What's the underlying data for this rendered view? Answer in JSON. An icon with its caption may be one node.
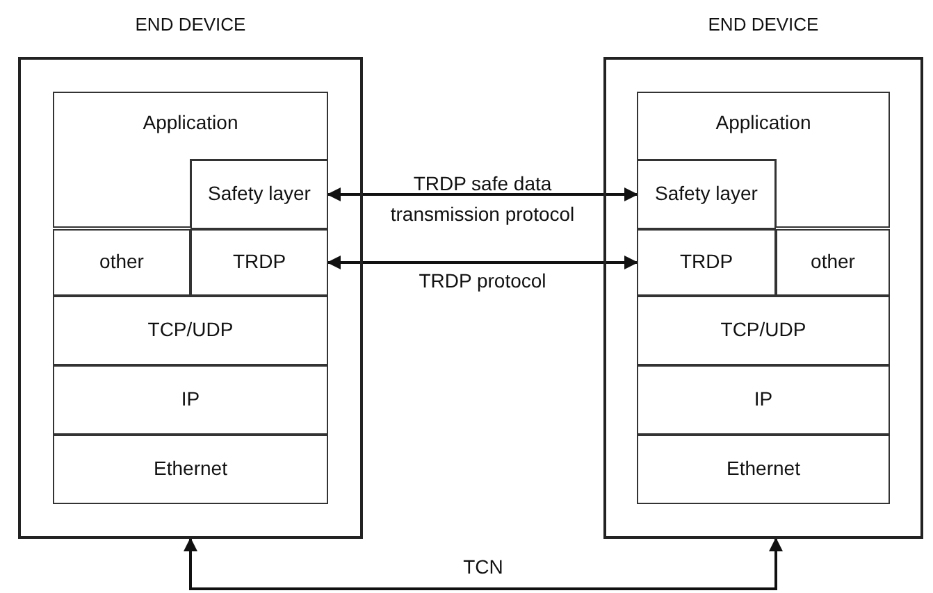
{
  "diagram": {
    "nodes": [
      {
        "text": [
          "END DEVICE"
        ]
      },
      {
        "text": [
          "Application"
        ],
        "in": 0
      },
      {
        "text": [
          "Safety layer"
        ],
        "in": 0
      },
      {
        "text": [
          "other"
        ],
        "in": 0
      },
      {
        "text": [
          "TRDP"
        ],
        "in": 0
      },
      {
        "text": [
          "TCP/UDP"
        ],
        "in": 0
      },
      {
        "text": [
          "IP"
        ],
        "in": 0
      },
      {
        "text": [
          "Ethernet"
        ],
        "in": 0
      },
      {
        "text": [
          "END DEVICE"
        ]
      },
      {
        "text": [
          "Application"
        ],
        "in": 8
      },
      {
        "text": [
          "Safety layer"
        ],
        "in": 8
      },
      {
        "text": [
          "TRDP"
        ],
        "in": 8
      },
      {
        "text": [
          "other"
        ],
        "in": 8
      },
      {
        "text": [
          "TCP/UDP"
        ],
        "in": 8
      },
      {
        "text": [
          "IP"
        ],
        "in": 8
      },
      {
        "text": [
          "Ethernet"
        ],
        "in": 8
      }
    ],
    "edges": [
      {
        "from": 2,
        "to": 10,
        "arrow": "both",
        "label": "TRDP safe data transmission protocol"
      },
      {
        "from": 4,
        "to": 11,
        "arrow": "both",
        "label": "TRDP protocol"
      },
      {
        "from": 0,
        "to": 8,
        "arrow": "both",
        "label": "TCN"
      }
    ]
  }
}
